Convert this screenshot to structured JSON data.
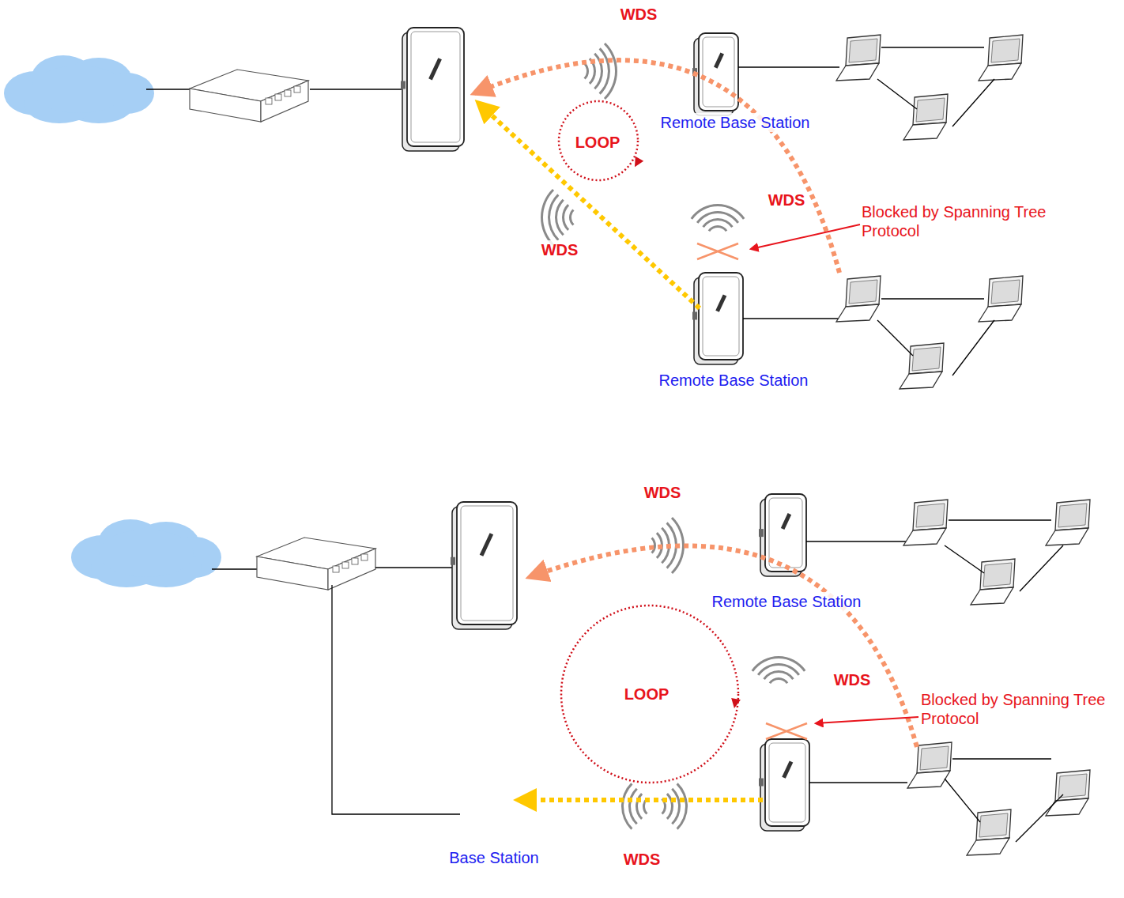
{
  "diagram": {
    "labels": [
      "WDS",
      "LOOP",
      "Remote Base Station",
      "WDS",
      "Blocked by Spanning Tree Protocol",
      "WDS",
      "Remote Base Station",
      "WDS",
      "LOOP",
      "Remote Base Station",
      "WDS",
      "Blocked by Spanning Tree Protocol",
      "Base Station",
      "WDS"
    ]
  }
}
